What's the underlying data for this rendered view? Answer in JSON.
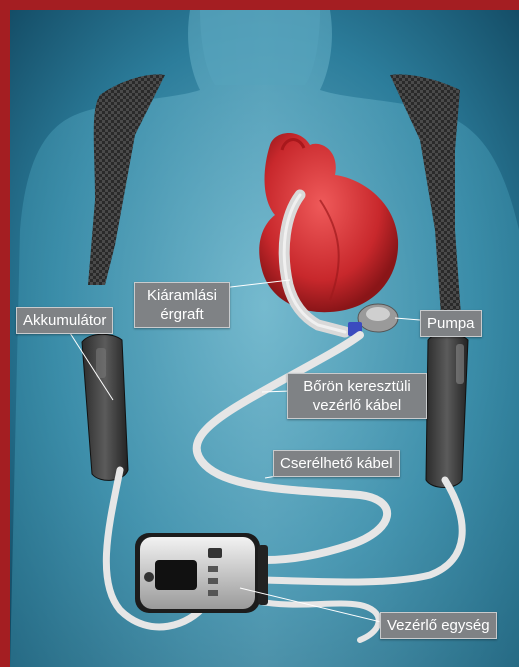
{
  "diagram": {
    "labels": {
      "akkumulator": "Akkumulátor",
      "kiaramlasi_line1": "Kiáramlási",
      "kiaramlasi_line2": "érgraft",
      "pumpa": "Pumpa",
      "boron_line1": "Bőrön keresztüli",
      "boron_line2": "vezérlő kábel",
      "cserelheto": "Cserélhető kábel",
      "vezerlo": "Vezérlő egység"
    },
    "colors": {
      "frame": "#a41e22",
      "background": "#1f6b8a",
      "label_bg": "#7f8285",
      "heart": "#c8282c",
      "cable": "#e6e6e6"
    }
  }
}
